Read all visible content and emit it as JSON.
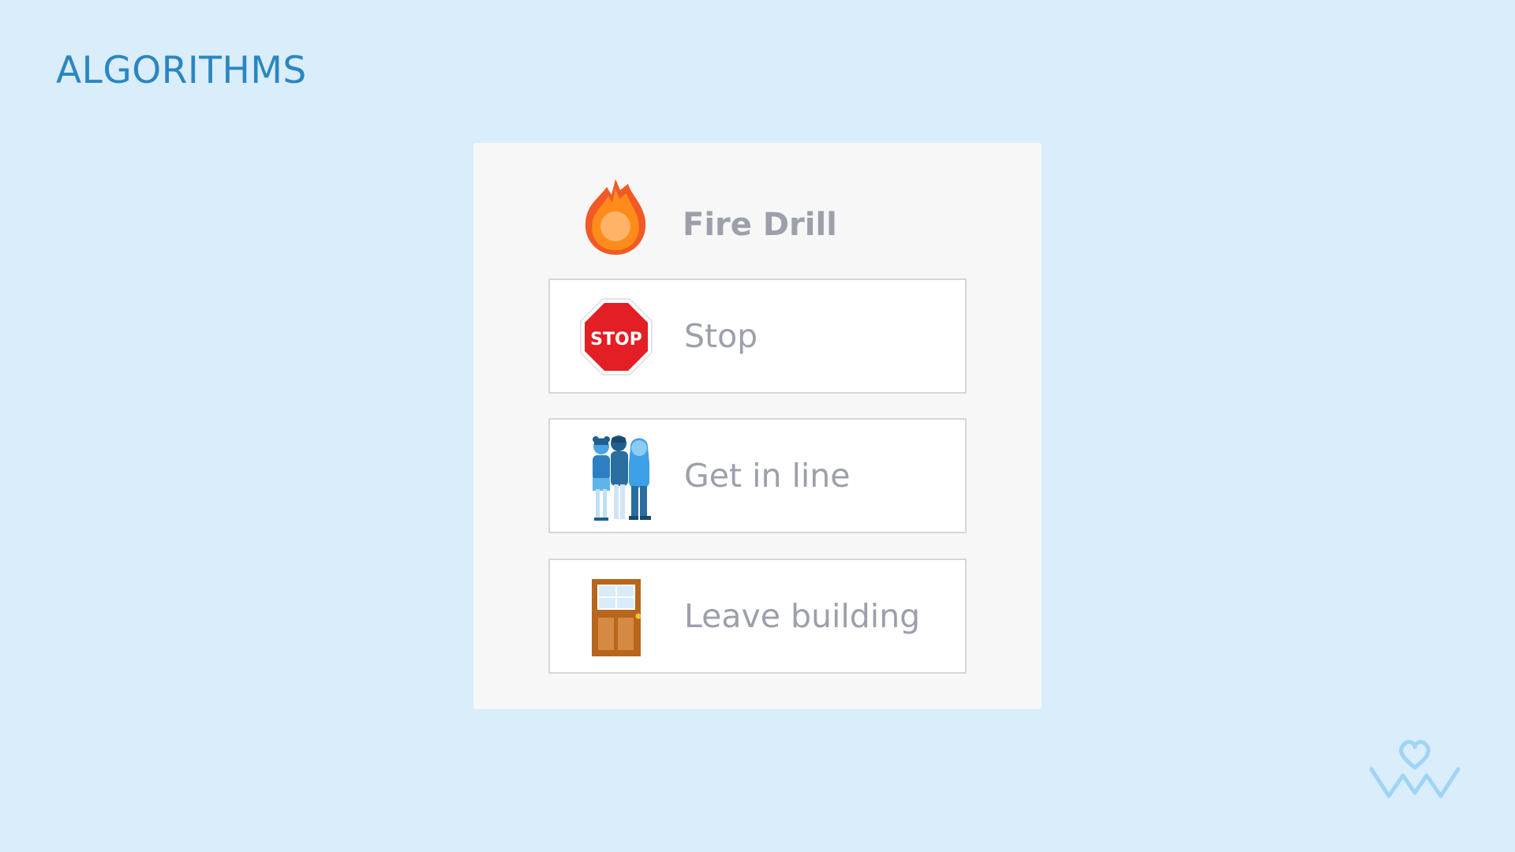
{
  "slide": {
    "title": "ALGORITHMS"
  },
  "panel": {
    "title": "Fire Drill",
    "title_icon": "flame-icon",
    "steps": [
      {
        "label": "Stop",
        "icon": "stop-sign-icon",
        "icon_text": "STOP"
      },
      {
        "label": "Get in line",
        "icon": "people-in-line-icon"
      },
      {
        "label": "Leave building",
        "icon": "door-icon"
      }
    ]
  },
  "colors": {
    "background": "#d9edfb",
    "title": "#2a86c1",
    "panel": "#f7f7f8",
    "text_muted": "#9ca0ab",
    "stop_red": "#e31e24",
    "door_brown": "#b8651d",
    "flame_orange": "#f7721f",
    "logo_blue": "#9fd4f5"
  }
}
